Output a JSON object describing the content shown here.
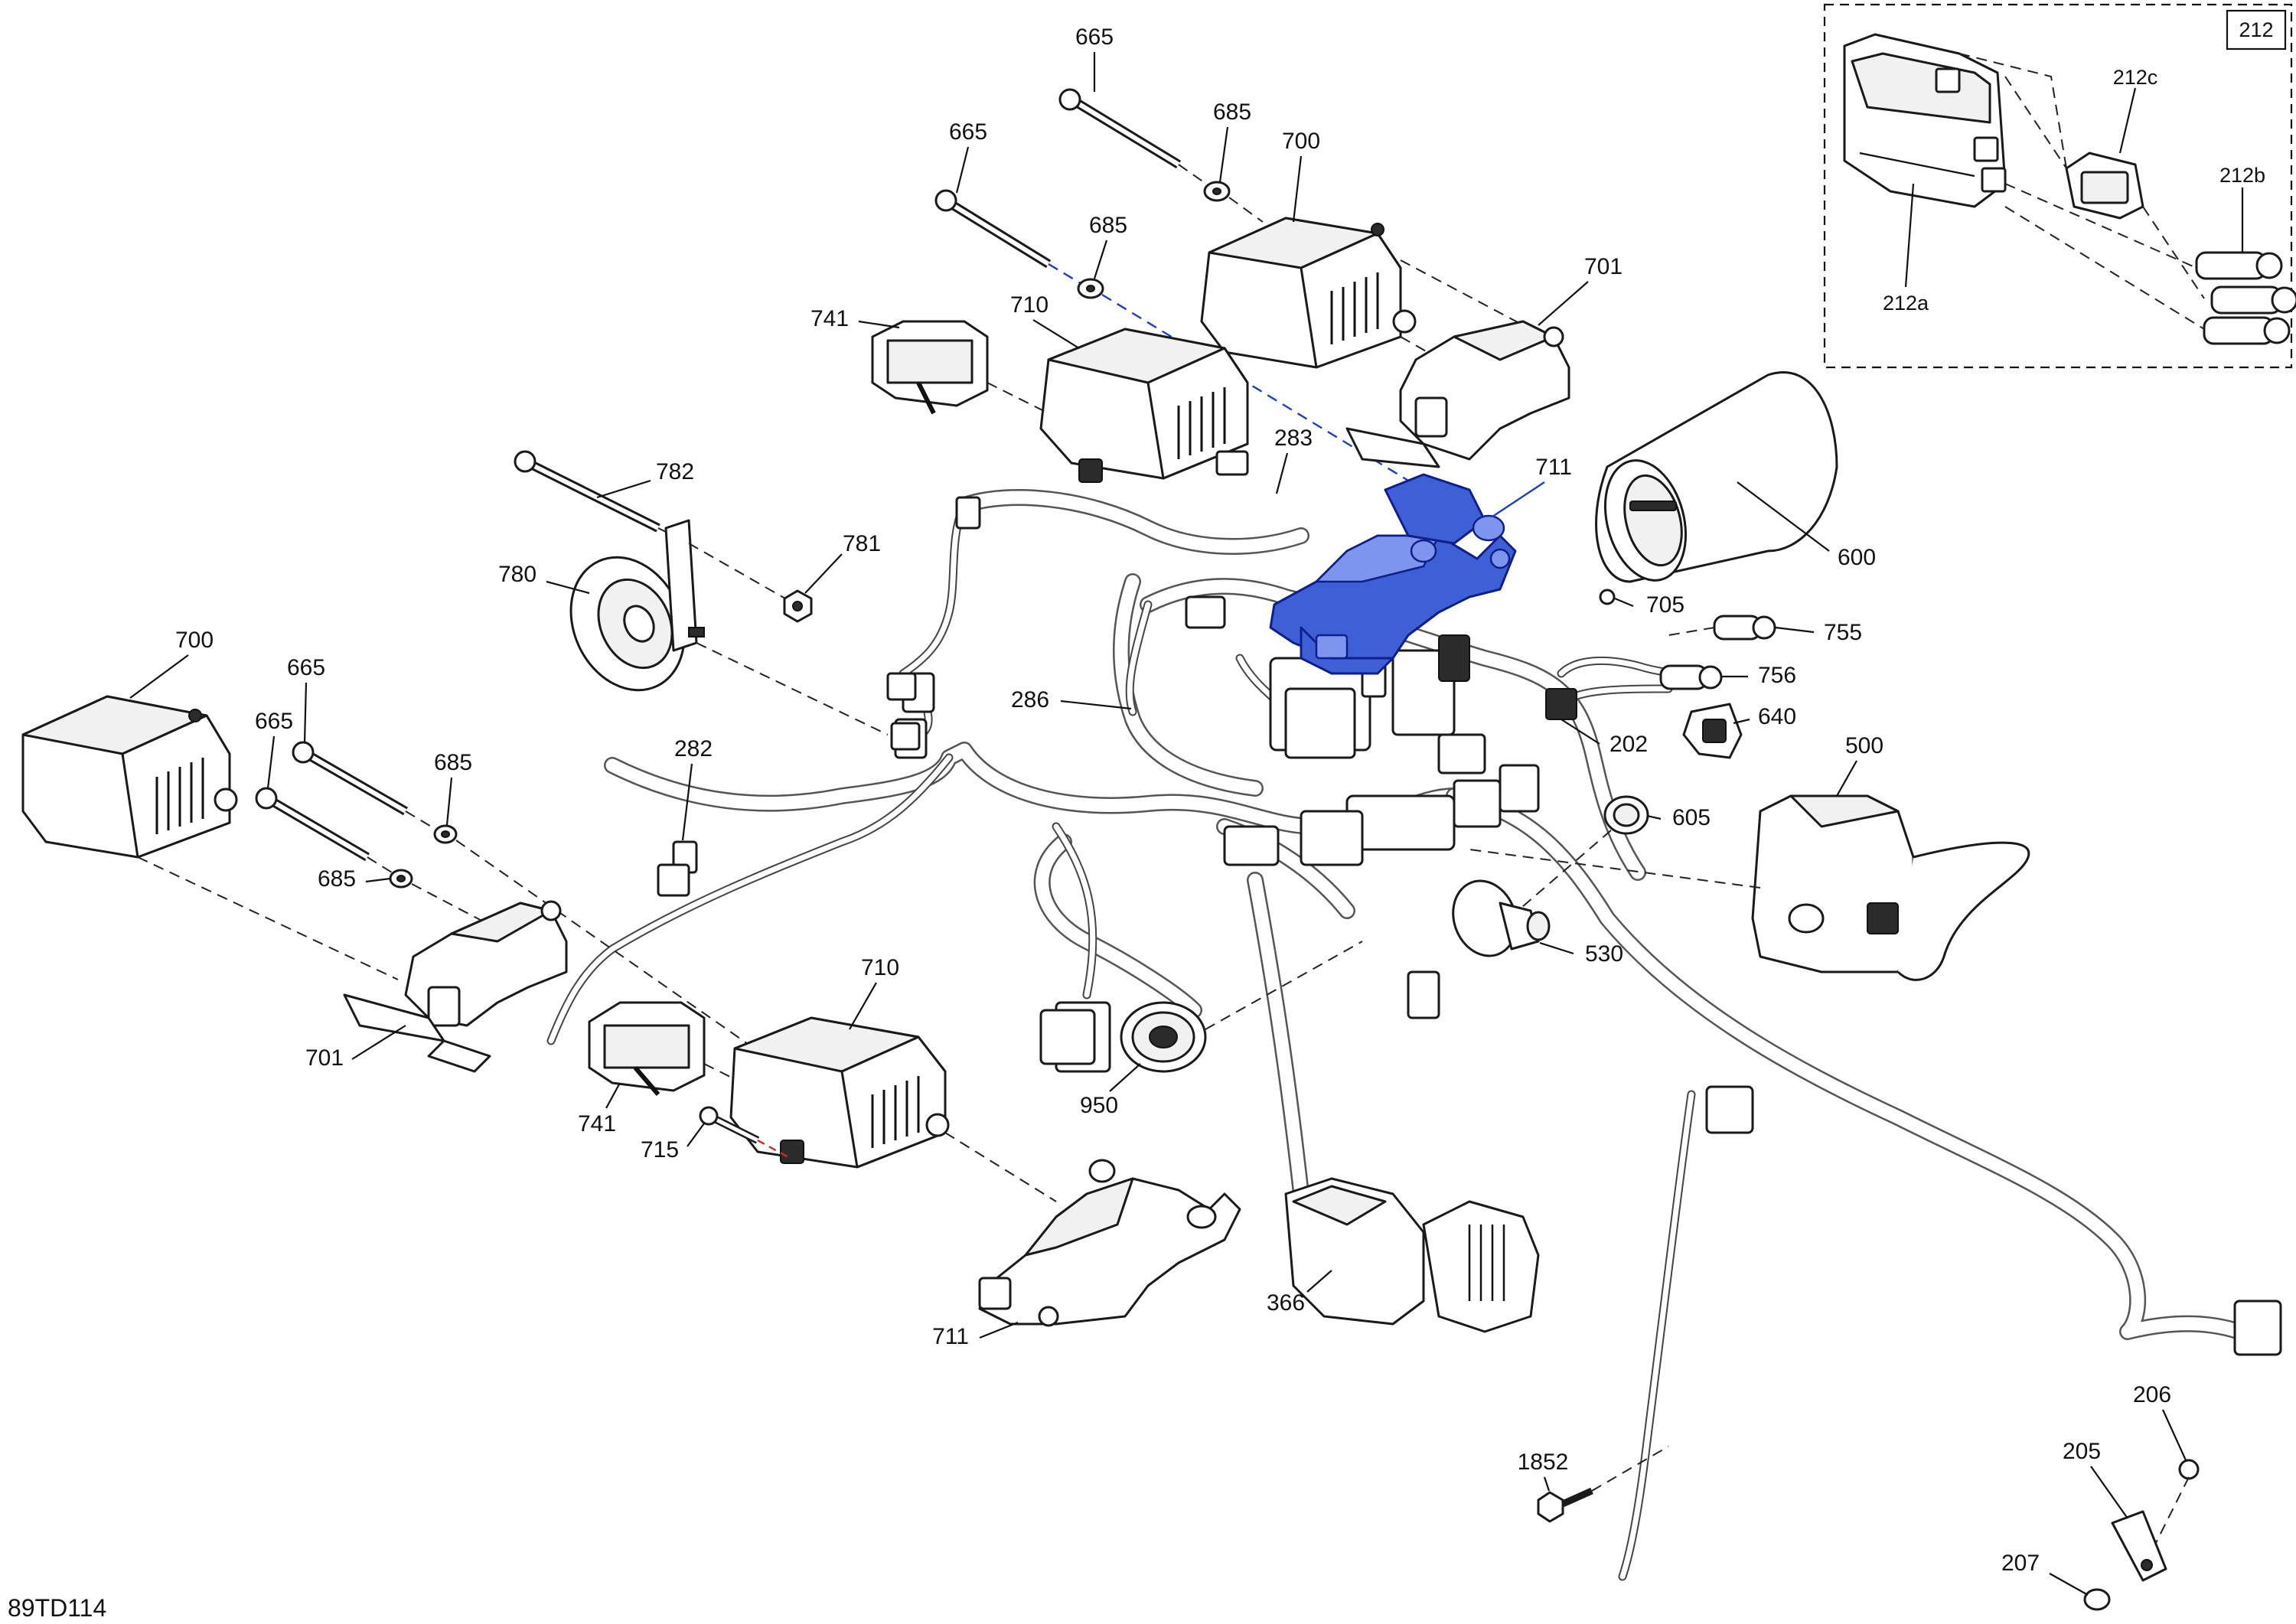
{
  "document": {
    "code": "89TD114"
  },
  "inset": {
    "label": "212",
    "callouts": {
      "p212c": "212c",
      "p212b": "212b",
      "p212a": "212a"
    }
  },
  "callouts": {
    "c665_top": "665",
    "c685_top": "685",
    "c700_top": "700",
    "c665_mid": "665",
    "c685_mid": "685",
    "c741_top": "741",
    "c710_top": "710",
    "c701_top": "701",
    "c711_blue": "711",
    "c283": "283",
    "c782": "782",
    "c781": "781",
    "c780": "780",
    "c600": "600",
    "c705": "705",
    "c755": "755",
    "c756": "756",
    "c286": "286",
    "c202": "202",
    "c640": "640",
    "c700_left": "700",
    "c665_left_a": "665",
    "c665_left_b": "665",
    "c685_left_a": "685",
    "c685_left_b": "685",
    "c282": "282",
    "c500": "500",
    "c605": "605",
    "c530": "530",
    "c710_bottom": "710",
    "c701_bottom": "701",
    "c741_bottom": "741",
    "c715": "715",
    "c950": "950",
    "c711_bottom": "711",
    "c366": "366",
    "c1852": "1852",
    "c206": "206",
    "c205": "205",
    "c207": "207"
  },
  "colors": {
    "highlight_part": "#3f5fd6",
    "highlight_leader": "#1f3fbf",
    "alignment_red": "#d22828"
  }
}
